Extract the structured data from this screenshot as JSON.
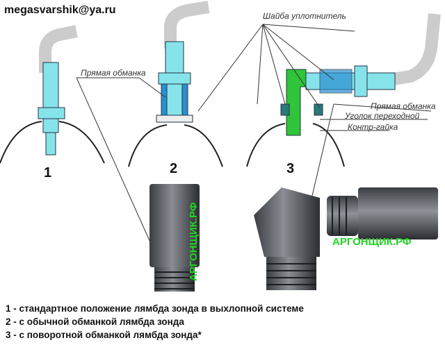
{
  "header": {
    "email": "megasvarshik@ya.ru"
  },
  "labels": {
    "washer": "Шайба уплотнитель",
    "straight_decoy_1": "Прямая обманка",
    "straight_decoy_2": "Прямая обманка",
    "elbow_adapter": "Уголок переходной",
    "lock_nut": "Контр-гайка"
  },
  "numbers": [
    "1",
    "2",
    "3"
  ],
  "watermarks": [
    "АРГОНЩИК.РФ",
    "АРГОНЩИК.РФ"
  ],
  "legend": [
    "1 - стандартное положение лямбда зонда в выхлопной системе",
    "2 - с обычной обманкой лямбда зонда",
    "3 - с поворотной обманкой лямбда зонда*"
  ],
  "colors": {
    "sensor": "#86e3ea",
    "metal": "#5c6066",
    "decoy": "#2a8fd0",
    "elbow": "#2fc43a",
    "watermark": "#22d422"
  }
}
